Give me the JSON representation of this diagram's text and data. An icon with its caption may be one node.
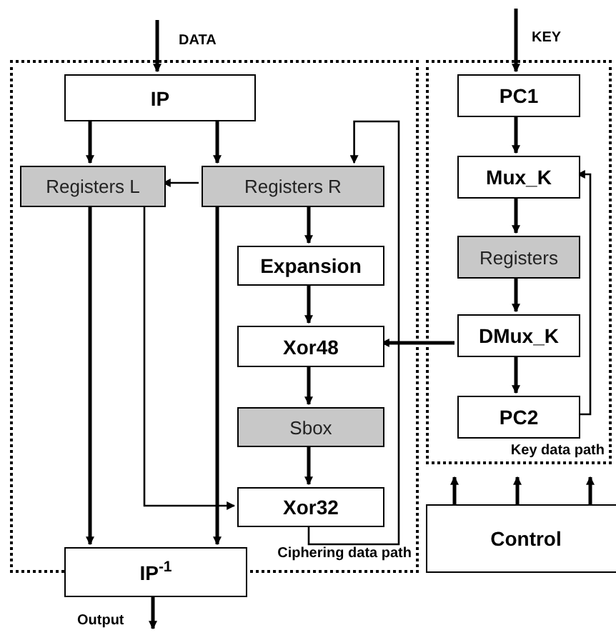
{
  "diagram": {
    "nodes": [
      {
        "text": [
          "Ciphering data path"
        ]
      },
      {
        "text": [
          "IP"
        ],
        "in": 0
      },
      {
        "text": [
          "Registers L"
        ],
        "in": 0
      },
      {
        "text": [
          "Registers R"
        ],
        "in": 0
      },
      {
        "text": [
          "Expansion"
        ],
        "in": 0
      },
      {
        "text": [
          "Xor48"
        ],
        "in": 0
      },
      {
        "text": [
          "Sbox"
        ],
        "in": 0
      },
      {
        "text": [
          "Xor32"
        ],
        "in": 0
      },
      {
        "text": [
          "IP$^{-1}$"
        ],
        "in": 0
      },
      {
        "text": [
          "Key data path"
        ]
      },
      {
        "text": [
          "PC1"
        ],
        "in": 9
      },
      {
        "text": [
          "Mux_K"
        ],
        "in": 9
      },
      {
        "text": [
          "Registers"
        ],
        "in": 9
      },
      {
        "text": [
          "DMux_K"
        ],
        "in": 9
      },
      {
        "text": [
          "PC2"
        ],
        "in": 9
      },
      {
        "text": [
          "Control"
        ]
      }
    ],
    "edges": [
      {
        "from": null,
        "to": 1,
        "arrow": "to"
      },
      {
        "from": 1,
        "to": 2,
        "arrow": "to"
      },
      {
        "from": 1,
        "to": 3,
        "arrow": "to"
      },
      {
        "from": 3,
        "to": 2,
        "arrow": "to"
      },
      {
        "from": 7,
        "to": 3,
        "arrow": "to"
      },
      {
        "from": 3,
        "to": 4,
        "arrow": "to"
      },
      {
        "from": 4,
        "to": 5,
        "arrow": "to"
      },
      {
        "from": 5,
        "to": 6,
        "arrow": "to"
      },
      {
        "from": 6,
        "to": 7,
        "arrow": "to"
      },
      {
        "from": 2,
        "to": 8,
        "arrow": "to"
      },
      {
        "from": 2,
        "to": 7,
        "arrow": "to"
      },
      {
        "from": 3,
        "to": 8,
        "arrow": "to"
      },
      {
        "from": 13,
        "to": 5,
        "arrow": "to"
      },
      {
        "from": 8,
        "to": null,
        "arrow": "to"
      },
      {
        "from": 10,
        "to": 11,
        "arrow": "to"
      },
      {
        "from": 11,
        "to": 12,
        "arrow": "to"
      },
      {
        "from": 12,
        "to": 13,
        "arrow": "to"
      },
      {
        "from": 13,
        "to": 14,
        "arrow": "to"
      },
      {
        "from": 14,
        "to": 11,
        "arrow": "to"
      },
      {
        "from": 15,
        "to": null,
        "arrow": "to"
      },
      {
        "from": 15,
        "to": null,
        "arrow": "to"
      },
      {
        "from": 15,
        "to": null,
        "arrow": "to"
      },
      {
        "from": null,
        "to": 10,
        "arrow": "to"
      }
    ],
    "labels": [
      "DATA",
      "KEY",
      "Output"
    ]
  }
}
